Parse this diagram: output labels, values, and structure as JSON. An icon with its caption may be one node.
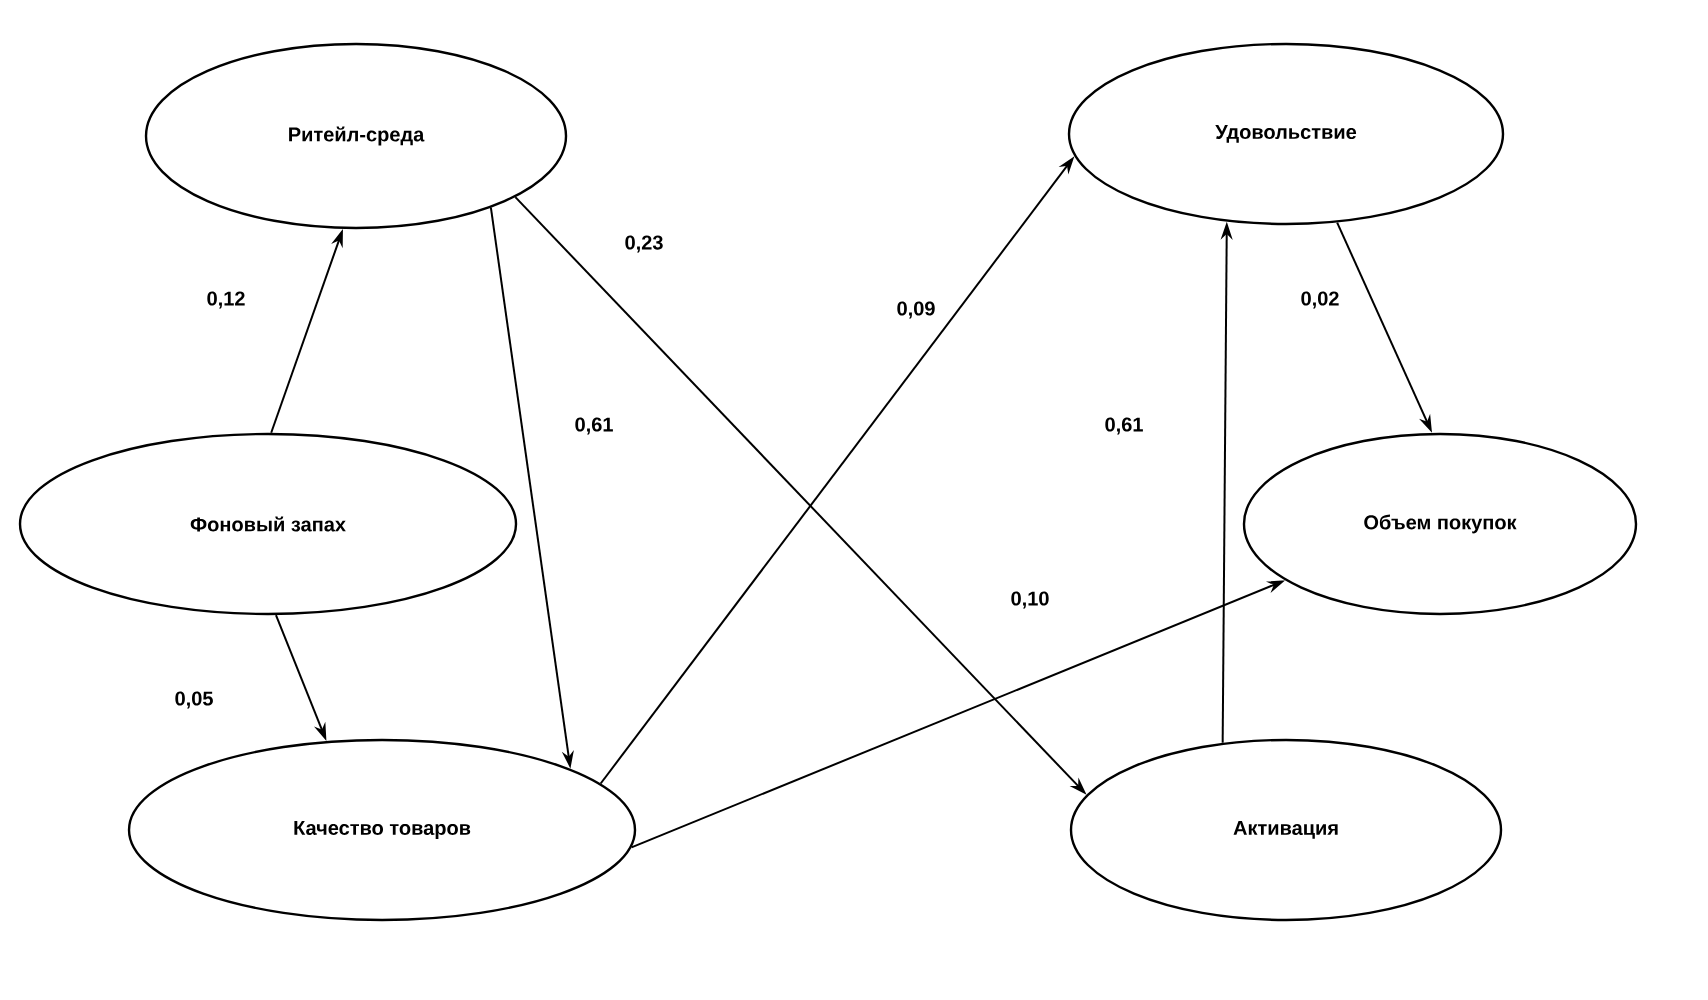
{
  "diagram": {
    "nodes": [
      {
        "text": [
          "Ритейл-среда"
        ]
      },
      {
        "text": [
          "Фоновый запах"
        ]
      },
      {
        "text": [
          "Качество товаров"
        ]
      },
      {
        "text": [
          "Удовольствие"
        ]
      },
      {
        "text": [
          "Объем покупок"
        ]
      },
      {
        "text": [
          "Активация"
        ]
      }
    ],
    "edges": [
      {
        "from": 1,
        "to": 0,
        "arrow": "to",
        "label": "0,12"
      },
      {
        "from": 1,
        "to": 2,
        "arrow": "to",
        "label": "0,05"
      },
      {
        "from": 0,
        "to": 2,
        "arrow": "to",
        "label": "0,61"
      },
      {
        "from": 0,
        "to": 5,
        "arrow": "to",
        "label": "0,23"
      },
      {
        "from": 2,
        "to": 3,
        "arrow": "to",
        "label": "0,09"
      },
      {
        "from": 2,
        "to": 4,
        "arrow": "to",
        "label": "0,10"
      },
      {
        "from": 5,
        "to": 3,
        "arrow": "to",
        "label": "0,61"
      },
      {
        "from": 3,
        "to": 4,
        "arrow": "to",
        "label": "0,02"
      }
    ]
  }
}
